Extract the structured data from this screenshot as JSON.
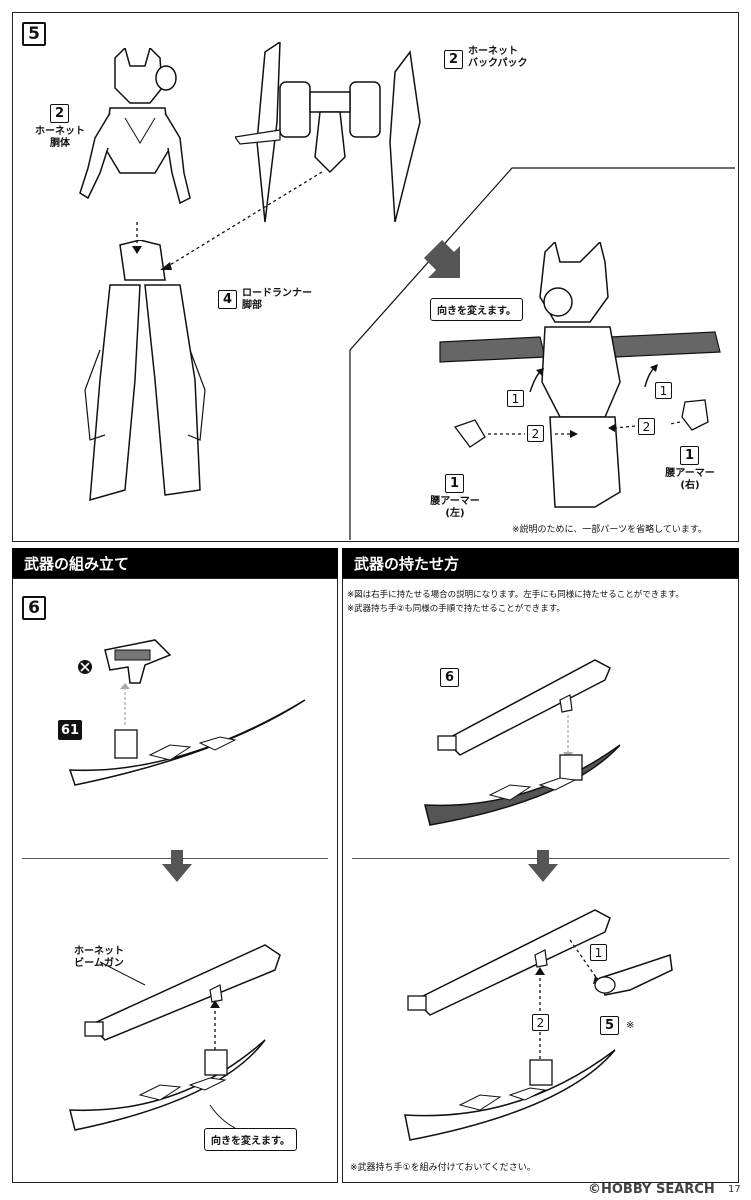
{
  "step5": {
    "number": "5",
    "torso": {
      "num": "2",
      "line1": "ホーネット",
      "line2": "胴体"
    },
    "backpack": {
      "num": "2",
      "line1": "ホーネット",
      "line2": "バックパック"
    },
    "legs": {
      "num": "4",
      "line1": "ロードランナー",
      "line2": "脚部"
    },
    "inset": {
      "turn_label": "向きを変えます。",
      "left_num_a": "1",
      "right_num_a": "1",
      "left_num_b": "2",
      "right_num_b": "2",
      "waist_left": {
        "num": "1",
        "line1": "腰アーマー",
        "line2": "(左)"
      },
      "waist_right": {
        "num": "1",
        "line1": "腰アーマー",
        "line2": "(右)"
      }
    },
    "note": "※説明のために、一部パーツを省略しています。"
  },
  "assembly": {
    "header": "武器の組み立て",
    "step_number": "6",
    "part_num": "61",
    "gun_label_line1": "ホーネット",
    "gun_label_line2": "ビームガン",
    "turn_label": "向きを変えます。"
  },
  "holding": {
    "header": "武器の持たせ方",
    "note1": "※図は右手に持たせる場合の説明になります。左手にも同様に持たせることができます。",
    "note2": "※武器持ち手②も同様の手順で持たせることができます。",
    "gun_num": "6",
    "arrow_num_1": "1",
    "arrow_num_2": "2",
    "hand_num": "5",
    "hand_mark": "※",
    "footer_note": "※武器持ち手①を組み付けておいてください。"
  },
  "footer": {
    "watermark": "©HOBBY SEARCH",
    "page": "17"
  }
}
